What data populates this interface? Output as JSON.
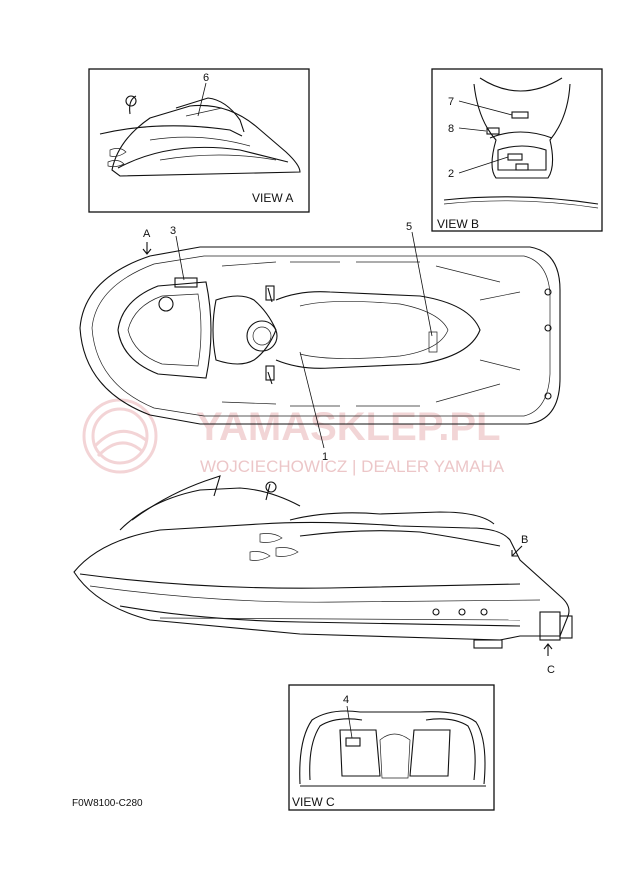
{
  "diagram": {
    "part_code": "F0W8100-C280",
    "views": {
      "a": "VIEW A",
      "b": "VIEW B",
      "c": "VIEW C"
    },
    "view_markers": {
      "a": "A",
      "b": "B",
      "c": "C"
    },
    "callouts": {
      "c1": "1",
      "c2": "2",
      "c3": "3",
      "c4": "4",
      "c5": "5",
      "c6": "6",
      "c7": "7",
      "c8": "8"
    }
  },
  "watermark": {
    "brand": "YAMASKLEP.PL",
    "tagline": "WOJCIECHOWICZ | DEALER YAMAHA",
    "color": "#e8a9ab"
  }
}
